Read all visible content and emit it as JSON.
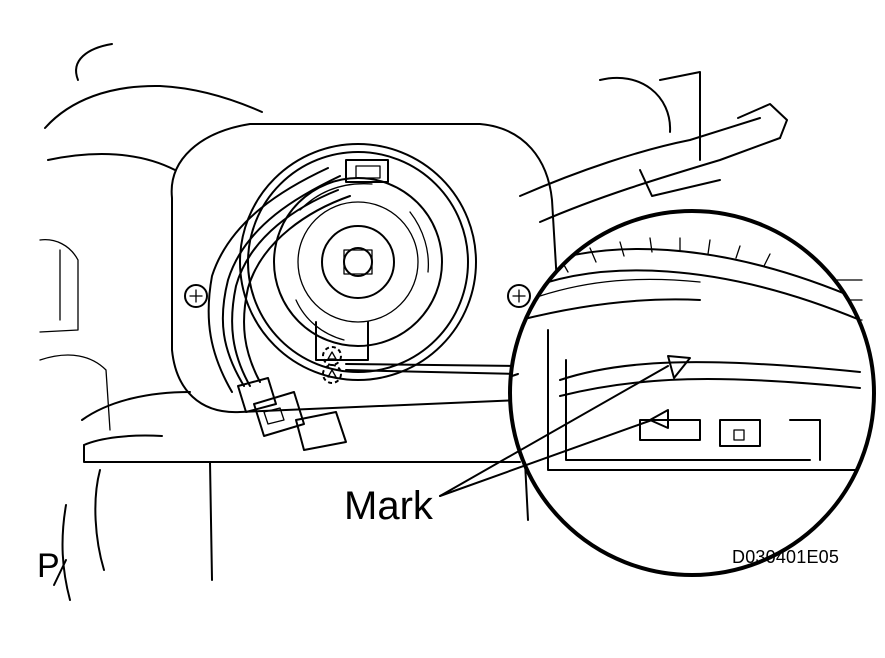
{
  "labels": {
    "mark": "Mark",
    "view": "P",
    "figure_code": "D030401E05"
  },
  "colors": {
    "ink": "#000000",
    "background": "#ffffff"
  }
}
